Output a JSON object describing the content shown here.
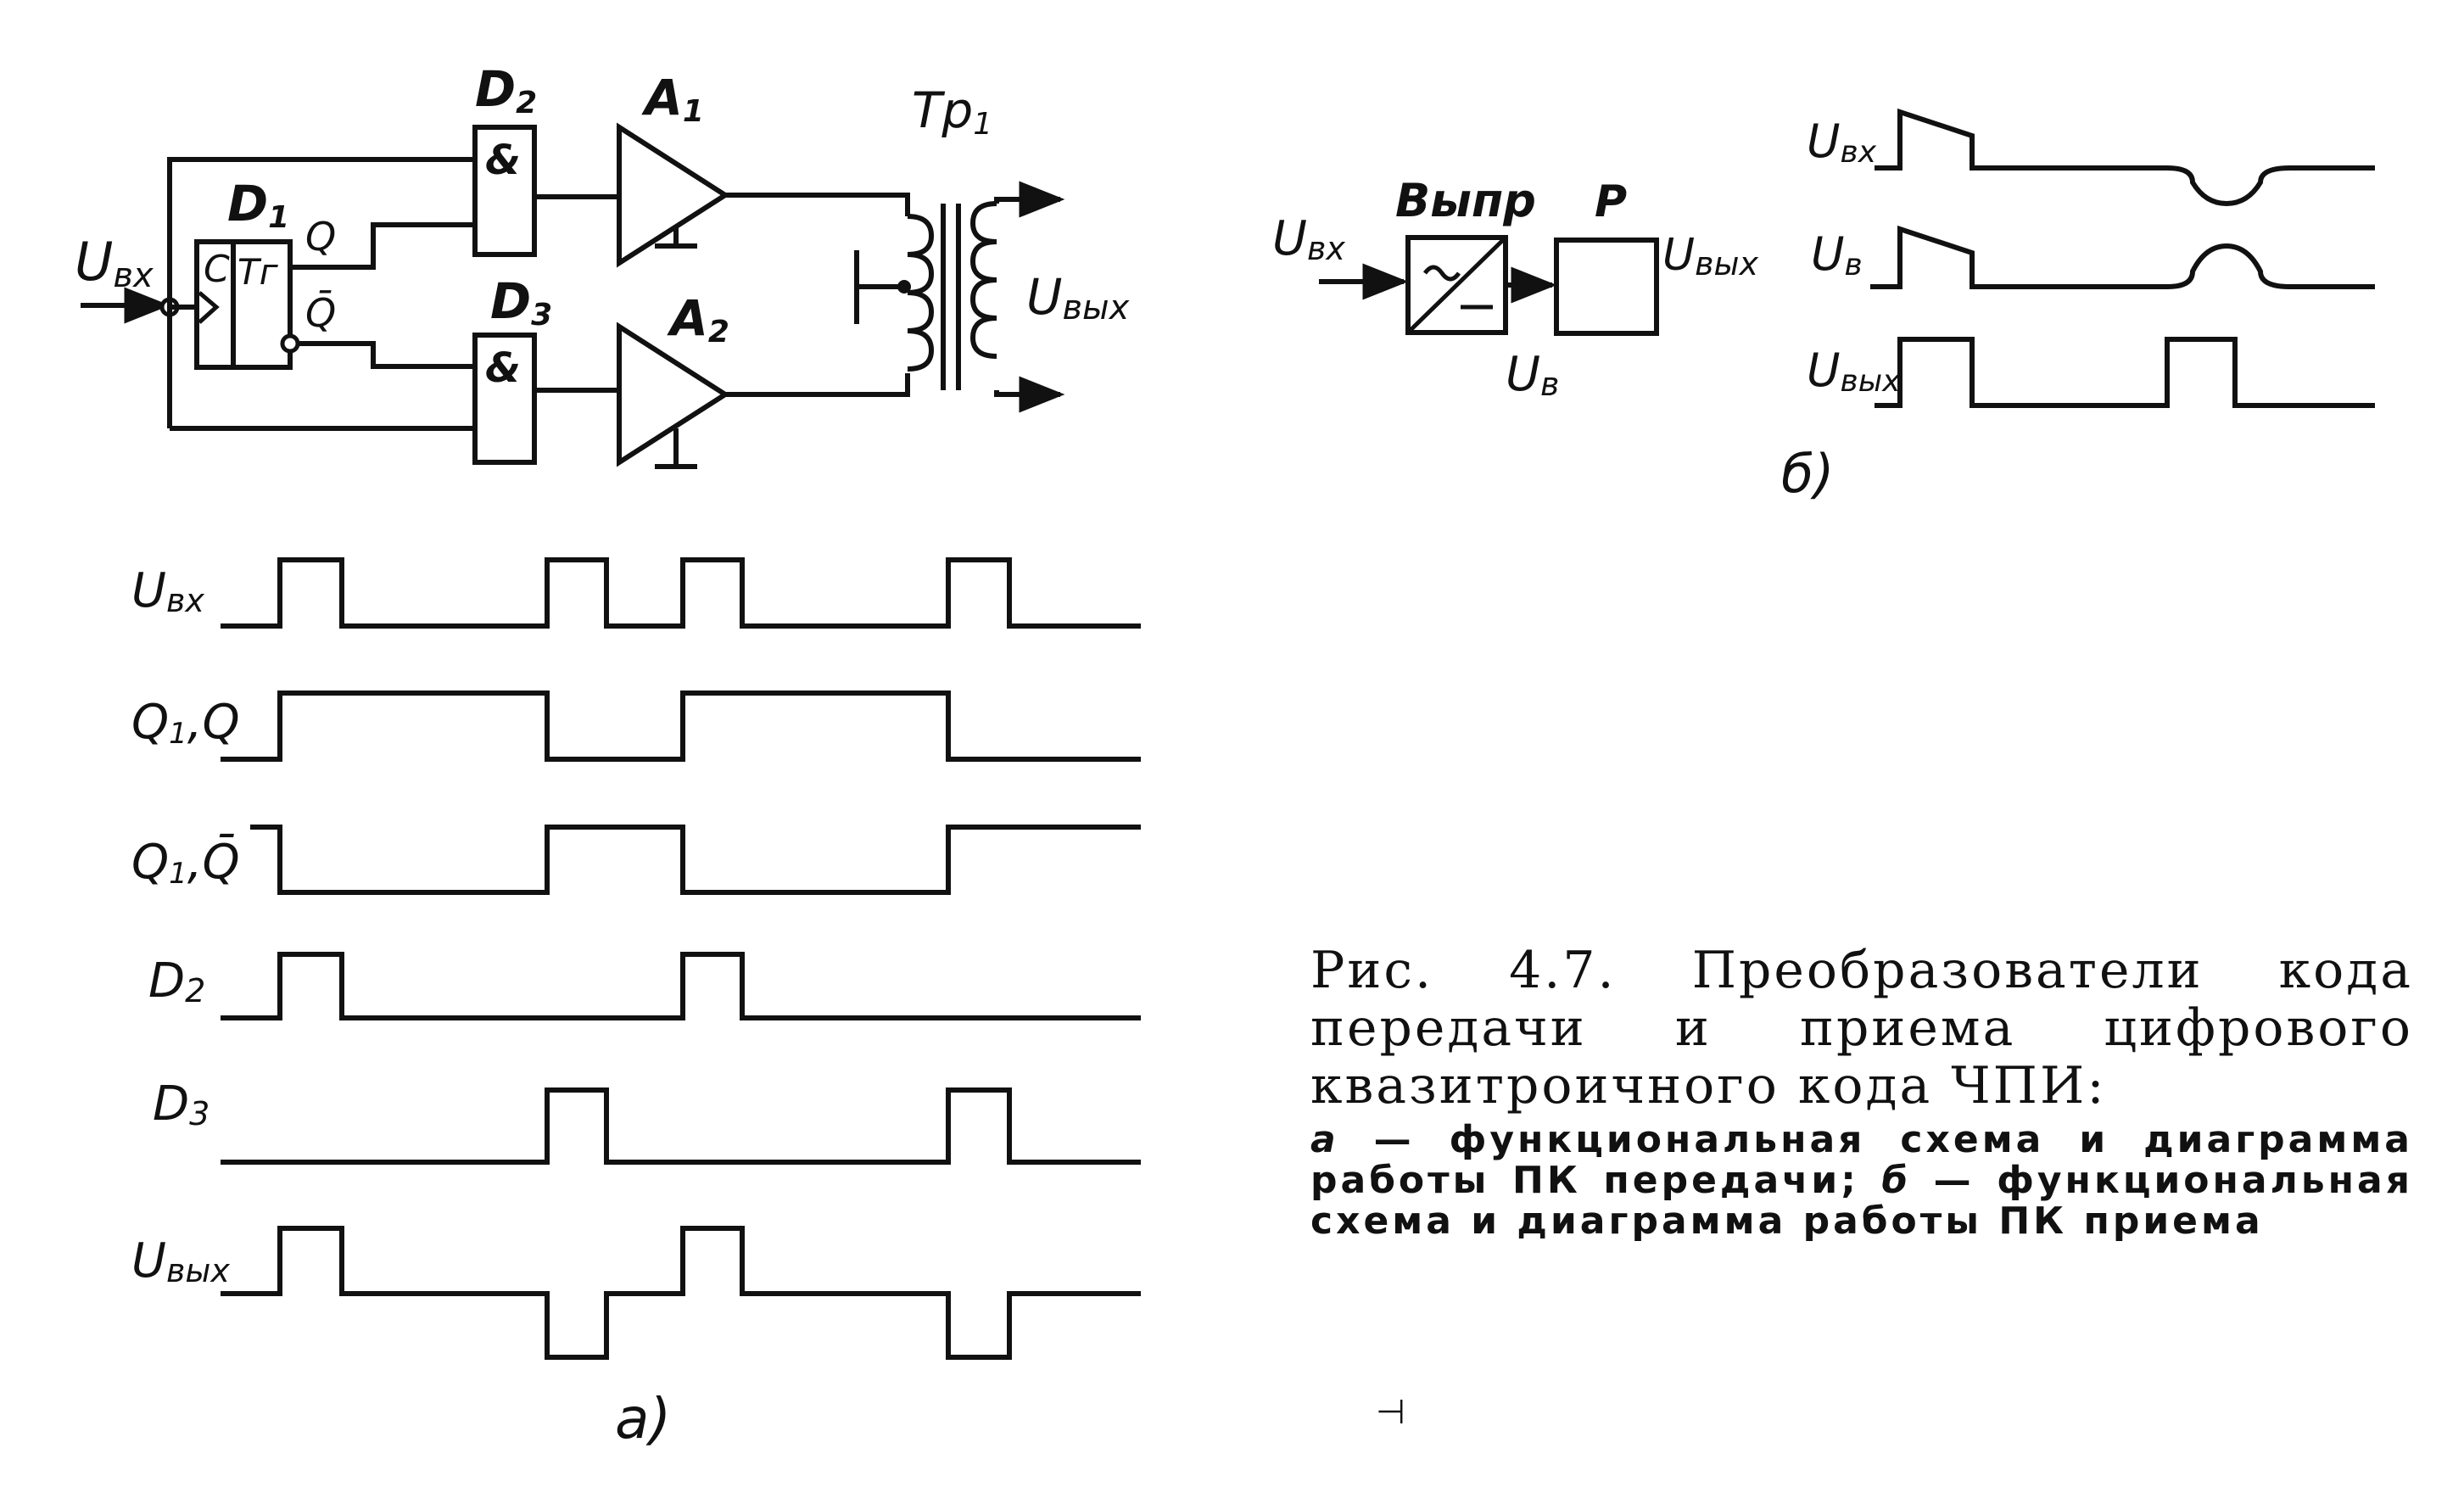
{
  "panel_a": {
    "circuit": {
      "input_label": "U",
      "input_sub": "вх",
      "d1_label": "D",
      "d1_sub": "1",
      "d1_c": "C",
      "d1_t": "Tг",
      "q_label": "Q",
      "qbar_label": "Q̄",
      "d2_label": "D",
      "d2_sub": "2",
      "d3_label": "D",
      "d3_sub": "3",
      "and_symbol": "&",
      "a1_label": "A",
      "a1_sub": "1",
      "a2_label": "A",
      "a2_sub": "2",
      "tr_label": "Tp",
      "tr_sub": "1",
      "out_label": "U",
      "out_sub": "вых"
    },
    "timing": [
      {
        "label": "U",
        "sub": "вх"
      },
      {
        "label": "Q",
        "sub": "1",
        "extra": ",Q"
      },
      {
        "label": "Q",
        "sub": "1",
        "extra": ",Q̄"
      },
      {
        "label": "D",
        "sub": "2"
      },
      {
        "label": "D",
        "sub": "3"
      },
      {
        "label": "U",
        "sub": "вых"
      }
    ],
    "panel_label": "а)"
  },
  "panel_b": {
    "input_label": "U",
    "input_sub": "вх",
    "rect_label": "Выпр",
    "r_label": "Р",
    "output_label": "U",
    "output_sub": "вых",
    "mid_label": "U",
    "mid_sub": "в",
    "timing": [
      {
        "label": "U",
        "sub": "вх"
      },
      {
        "label": "U",
        "sub": "в"
      },
      {
        "label": "U",
        "sub": "вых"
      }
    ],
    "panel_label": "б)"
  },
  "caption": {
    "title": "Рис. 4.7. Преобразователи кода передачи и приема цифрового квазитроичного кода ЧПИ:",
    "letter_a": "а",
    "part_a": " — функциональная схема и диаграмма работы ПК передачи; ",
    "letter_b": "б",
    "part_b": " — функциональная схема и диаграмма работы ПК приема"
  }
}
